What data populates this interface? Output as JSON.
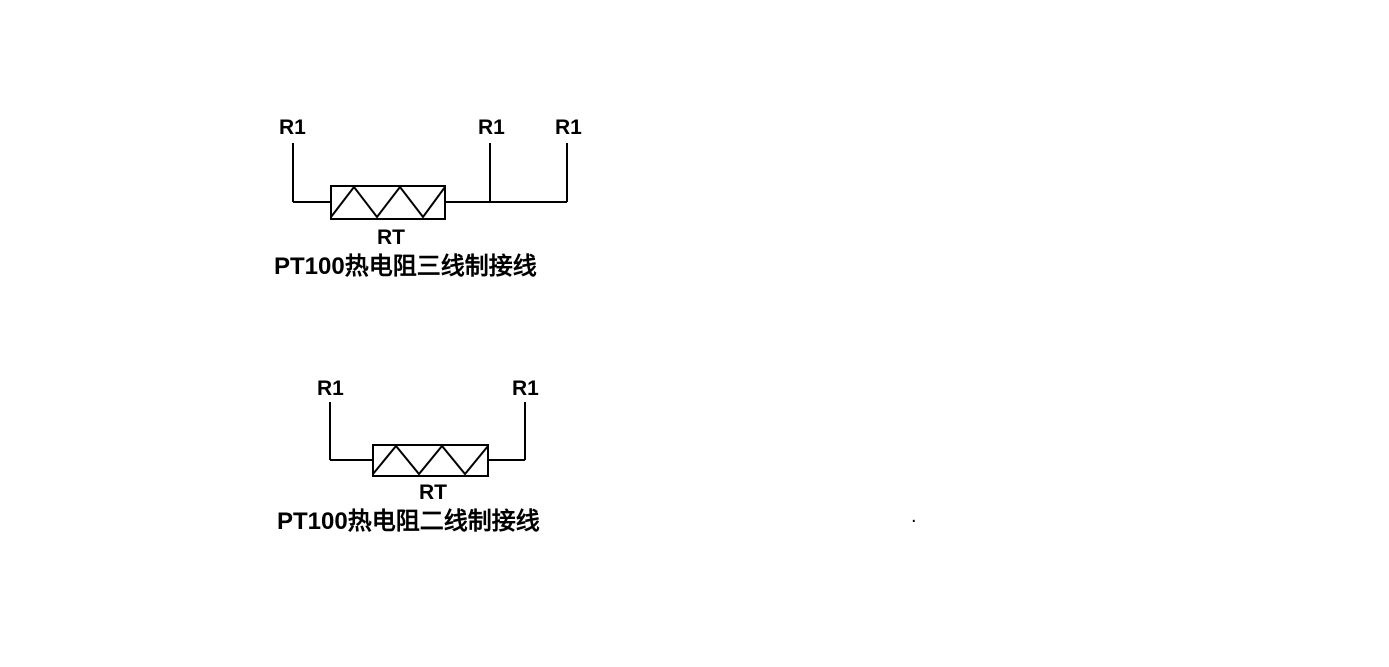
{
  "diagrams": {
    "three_wire": {
      "terminals": [
        "R1",
        "R1",
        "R1"
      ],
      "component_label": "RT",
      "caption": "PT100热电阻三线制接线"
    },
    "two_wire": {
      "terminals": [
        "R1",
        "R1"
      ],
      "component_label": "RT",
      "caption": "PT100热电阻二线制接线"
    }
  },
  "stray_mark": ".",
  "colors": {
    "line": "#000000",
    "background": "#ffffff",
    "text": "#000000"
  }
}
